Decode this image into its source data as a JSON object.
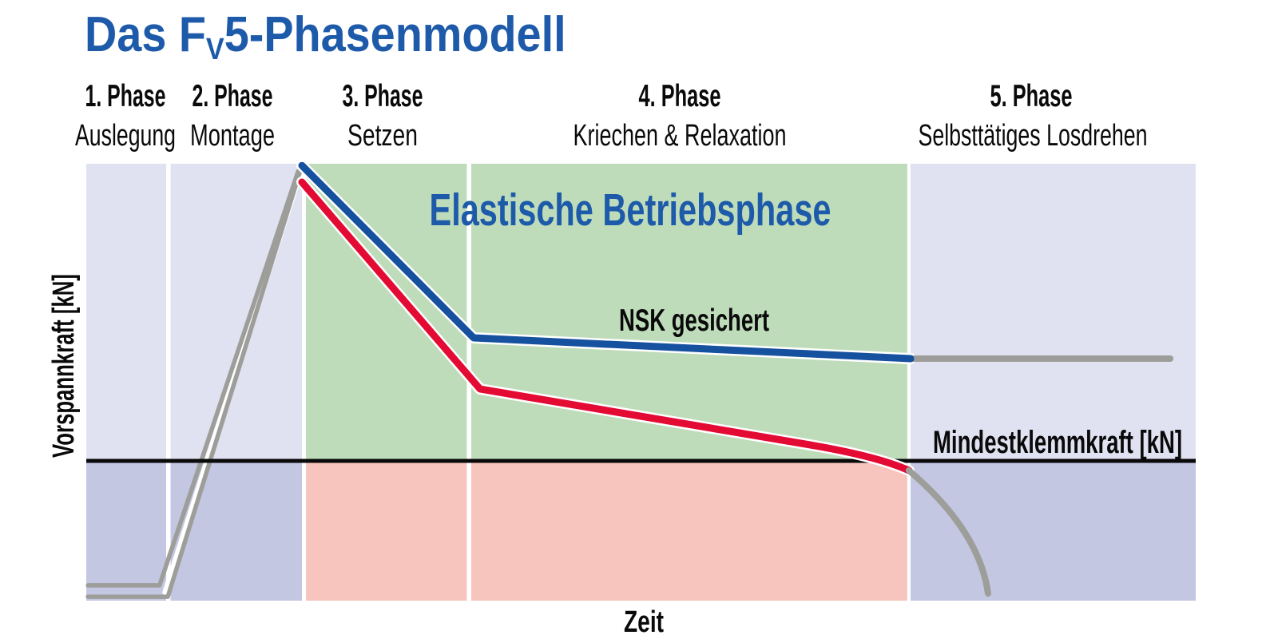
{
  "title": {
    "prefix": "Das F",
    "subscript": "V",
    "suffix": "5-Phasenmodell"
  },
  "phase_header_row": [
    {
      "number": "1. Phase",
      "name": "Auslegung"
    },
    {
      "number": "2. Phase",
      "name": "Montage"
    },
    {
      "number": "3. Phase",
      "name": "Setzen"
    },
    {
      "number": "4. Phase",
      "name": "Kriechen & Relaxation"
    },
    {
      "number": "5. Phase",
      "name": "Selbsttätiges Losdrehen"
    }
  ],
  "labels": {
    "elastic_phase": "Elastische Betriebsphase",
    "nsk_secured": "NSK gesichert",
    "min_clamp_force": "Mindestklemmkraft [kN]",
    "y_axis": "Vorspannkraft [kN]",
    "x_axis": "Zeit"
  },
  "colors": {
    "title_blue": "#1d5aa9",
    "curve_blue": "#16519f",
    "curve_red": "#e30b33",
    "curve_gray": "#9d9d99",
    "clamp_line_black": "#0a0a0a",
    "region_lavender_light": "#e0e2f1",
    "region_lavender_dark": "#c3c7e2",
    "region_green": "#bedcba",
    "region_pink": "#f8c5be",
    "background": "#ffffff"
  },
  "chart_data": {
    "type": "line",
    "title": "Das FV5-Phasenmodell",
    "xlabel": "Zeit",
    "ylabel": "Vorspannkraft [kN]",
    "axis_note": "qualitative diagram - no numeric ticks; coordinates normalized 0-100",
    "xlim": [
      0,
      100
    ],
    "ylim": [
      0,
      100
    ],
    "grid": false,
    "min_clamp_force_level": 32,
    "min_clamp_label": "Mindestklemmkraft [kN]",
    "phases": [
      {
        "n": 1,
        "label": "Auslegung",
        "x_range": [
          0,
          7.2
        ],
        "above_color": "#e0e2f1",
        "below_color": "#c3c7e2"
      },
      {
        "n": 2,
        "label": "Montage",
        "x_range": [
          7.6,
          19.44
        ],
        "above_color": "#e0e2f1",
        "below_color": "#c3c7e2"
      },
      {
        "n": 3,
        "label": "Setzen",
        "x_range": [
          19.8,
          34.3
        ],
        "above_color": "#bedcba",
        "below_color": "#f8c5be"
      },
      {
        "n": 4,
        "label": "Kriechen & Relaxation",
        "x_range": [
          34.7,
          74.0
        ],
        "above_color": "#bedcba",
        "below_color": "#f8c5be"
      },
      {
        "n": 5,
        "label": "Selbsttätiges Losdrehen",
        "x_range": [
          74.3,
          100
        ],
        "above_color": "#e0e2f1",
        "below_color": "#c3c7e2"
      }
    ],
    "series": [
      {
        "name": "Anziehen / Montage (Doppellinie, Kern)",
        "role": "assembly-core",
        "under": true,
        "color": "#ffffff",
        "width": 8,
        "x": [
          7.15,
          19.3
        ],
        "y": [
          1.9,
          98.3
        ]
      },
      {
        "name": "Anziehen / Montage (linke Grenzlinie)",
        "role": "assembly-outer-left",
        "under": true,
        "color": "#9d9d99",
        "width": 5.5,
        "x": [
          0.15,
          6.6,
          19.1
        ],
        "y": [
          3.5,
          3.5,
          98.3
        ]
      },
      {
        "name": "Anziehen / Montage (rechte Grenzlinie)",
        "role": "assembly-outer-right",
        "under": true,
        "color": "#9d9d99",
        "width": 5.5,
        "x": [
          0.15,
          7.35,
          19.44
        ],
        "y": [
          0.9,
          0.9,
          99.6
        ]
      },
      {
        "name": "Restvorspannkraft gesichert (Phase 5, konstant)",
        "role": "secured-tail",
        "color": "#9d9d99",
        "width": 8,
        "x": [
          74.3,
          97.7
        ],
        "y": [
          55.4,
          55.4
        ]
      },
      {
        "name": "Vorspannkraft gesichert (NSK gesichert)",
        "role": "secured",
        "halo": true,
        "color": "#16519f",
        "width": 9,
        "x": [
          19.44,
          34.92,
          74.3
        ],
        "y": [
          99.6,
          60.15,
          55.4
        ]
      },
      {
        "name": "Vorspannkraft ungesichert",
        "role": "unsecured",
        "halo": true,
        "color": "#e30b33",
        "width": 9,
        "x": [
          19.44,
          35.49,
          65.66,
          74.15
        ],
        "y": [
          95.8,
          48.45,
          35.47,
          29.8
        ],
        "ctrl": [
          71.42,
          32.91
        ]
      },
      {
        "name": "Selbsttätiges Losdrehen (Kraftabfall)",
        "role": "loosening-tail",
        "color": "#9d9d99",
        "width": 8,
        "x": [
          74.15,
          81.28
        ],
        "y": [
          29.8,
          1.65
        ],
        "ctrl": [
          80.49,
          16.09
        ]
      }
    ],
    "annotations": [
      {
        "text": "Elastische Betriebsphase",
        "color": "#1d5aa9",
        "x": 49,
        "y": 86
      },
      {
        "text": "NSK gesichert",
        "color": "#0a0a0a",
        "x": 54.8,
        "y": 62
      },
      {
        "text": "Mindestklemmkraft [kN]",
        "color": "#0a0a0a",
        "x": 98.8,
        "y": 34
      }
    ]
  }
}
